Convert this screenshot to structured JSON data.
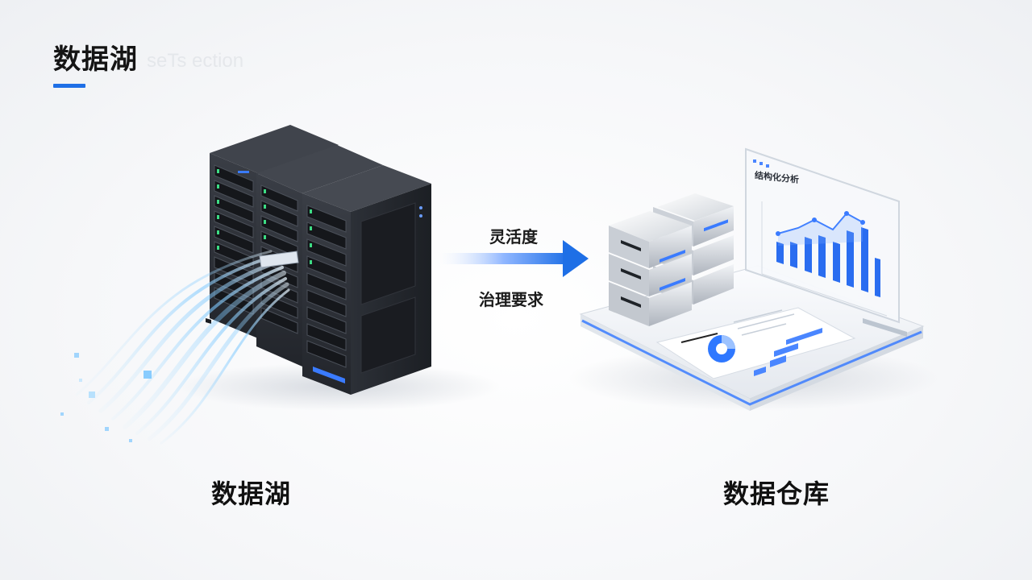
{
  "header": {
    "title": "数据湖",
    "ghost_text": "seTs ection"
  },
  "captions": {
    "left": "数据湖",
    "right": "数据仓库"
  },
  "arrow": {
    "top_label": "灵活度",
    "bottom_label": "治理要求"
  },
  "dashboard": {
    "screen_title": "结构化分析",
    "panel_title": "%%%%%%%"
  },
  "colors": {
    "accent": "#1e6fe6",
    "rack_dark": "#2a2d33",
    "led_green": "#3ddc84",
    "led_blue": "#3a7bff"
  }
}
